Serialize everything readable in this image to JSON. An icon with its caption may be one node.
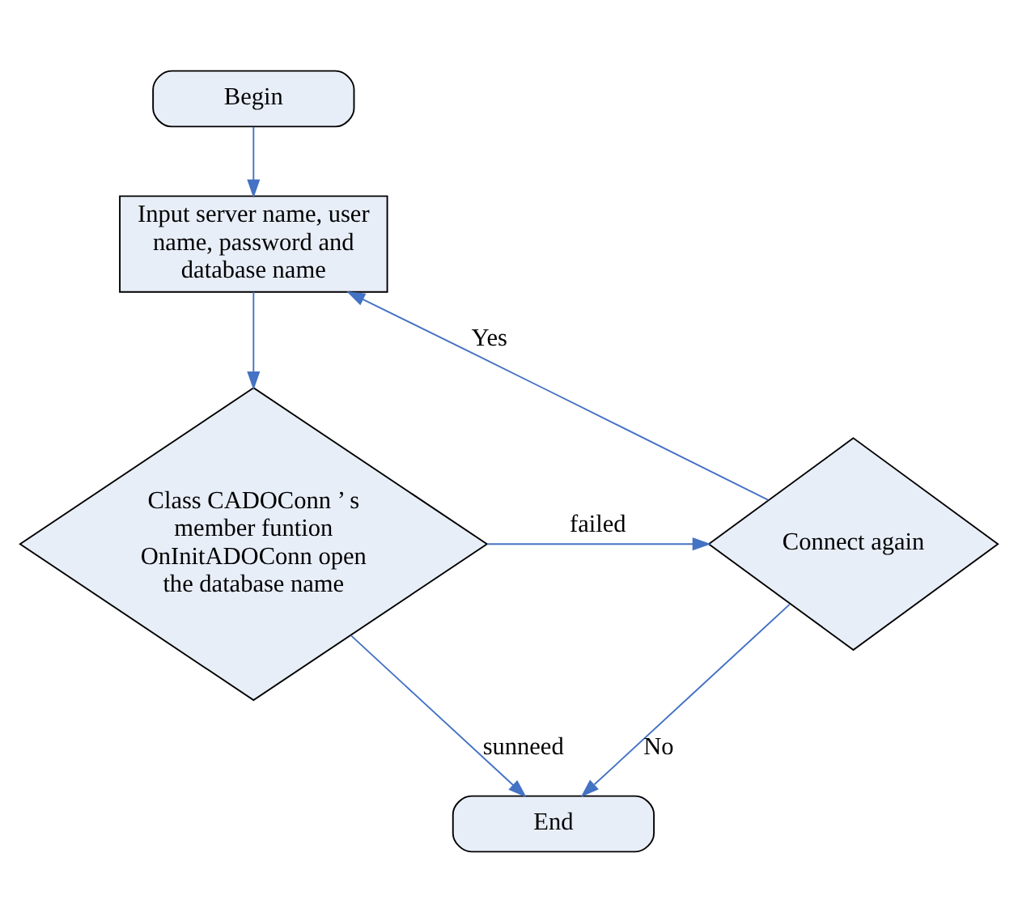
{
  "diagram": {
    "nodes": [
      {
        "text": [
          "Begin"
        ]
      },
      {
        "text": [
          "Input server name, user name, password and database name"
        ]
      },
      {
        "text": [
          "Class CADOConn ’ s member funtion OnInitADOConn open the database name"
        ]
      },
      {
        "text": [
          "Connect again"
        ]
      },
      {
        "text": [
          "End"
        ]
      }
    ],
    "edges": [
      {
        "from": 0,
        "to": 1,
        "arrow": "to"
      },
      {
        "from": 1,
        "to": 2,
        "arrow": "to"
      },
      {
        "from": 2,
        "to": 3,
        "arrow": "to",
        "label": "failed"
      },
      {
        "from": 2,
        "to": 4,
        "arrow": "to",
        "label": "sunneed"
      },
      {
        "from": 3,
        "to": 1,
        "arrow": "to",
        "label": "Yes"
      },
      {
        "from": 3,
        "to": 4,
        "arrow": "to",
        "label": "No"
      }
    ]
  }
}
